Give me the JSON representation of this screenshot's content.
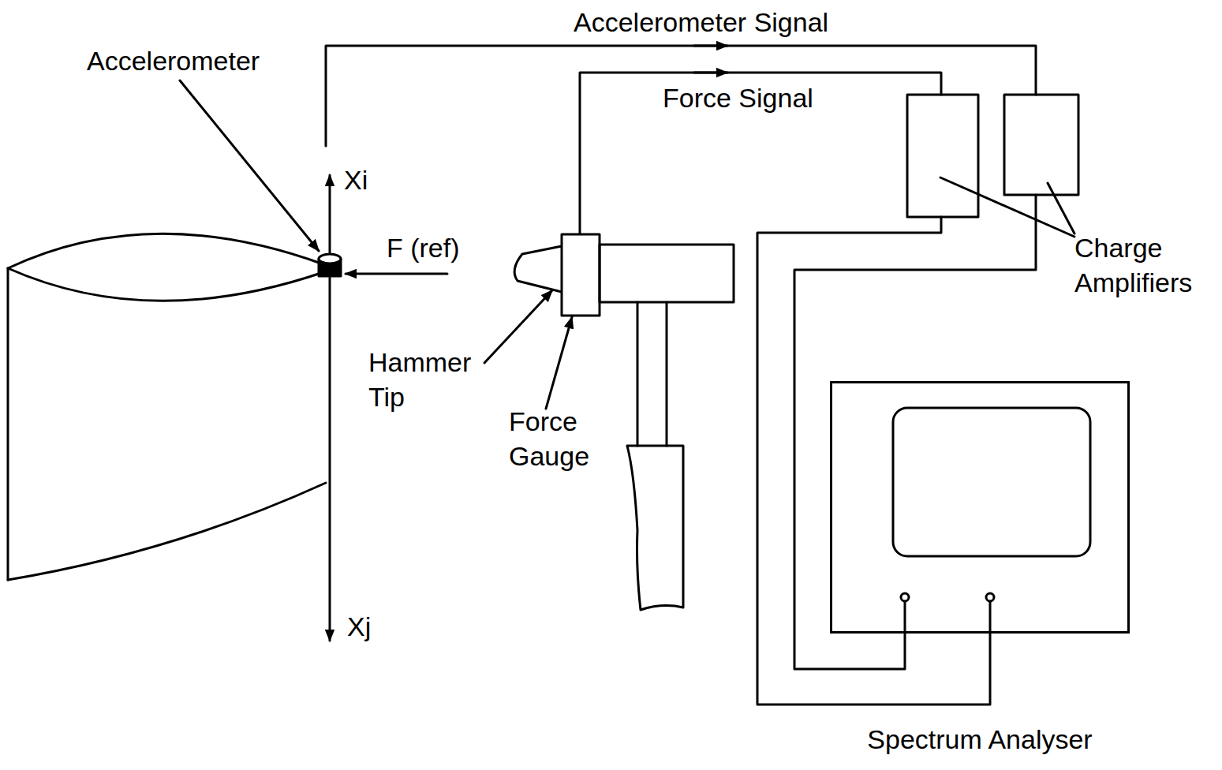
{
  "diagram": {
    "nodes": [
      {
        "text": [
          "Spectrum Analyser"
        ]
      }
    ],
    "labels": [
      "Accelerometer Signal",
      "Accelerometer",
      "Force Signal",
      "Xi",
      "F (ref)",
      "Hammer Tip",
      "Force Gauge",
      "Charge Amplifiers",
      "Xj"
    ]
  }
}
